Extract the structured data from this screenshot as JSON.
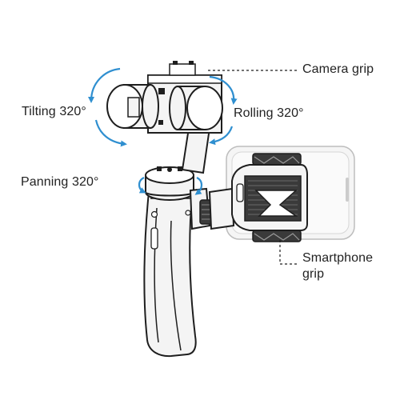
{
  "labels": {
    "camera_grip": "Camera grip",
    "rolling": "Rolling 320°",
    "tilting": "Tilting 320°",
    "panning": "Panning 320°",
    "smartphone_line1": "Smartphone",
    "smartphone_line2": "grip"
  },
  "colors": {
    "accent_arrow": "#2f8fd0",
    "outline": "#1e1e1e",
    "body_fill": "#f4f4f4",
    "phone_fill": "#f2f2f2",
    "grip_dark": "#3a3a3a",
    "text": "#222222"
  },
  "icons": [
    "rotation-arrow-icon",
    "dashed-leader-line"
  ]
}
